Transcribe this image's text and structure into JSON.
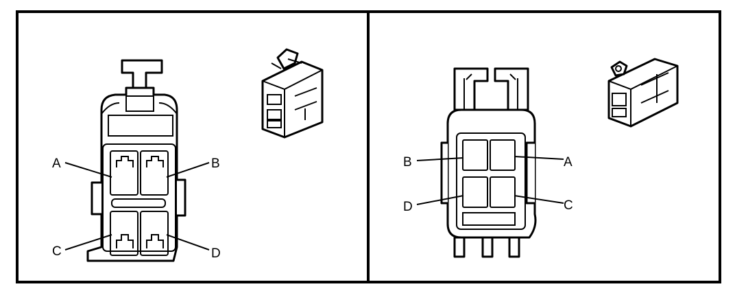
{
  "panels": [
    {
      "id": "left",
      "pins": [
        {
          "label": "A"
        },
        {
          "label": "B"
        },
        {
          "label": "C"
        },
        {
          "label": "D"
        }
      ]
    },
    {
      "id": "right",
      "pins": [
        {
          "label": "B"
        },
        {
          "label": "A"
        },
        {
          "label": "D"
        },
        {
          "label": "C"
        }
      ]
    }
  ]
}
